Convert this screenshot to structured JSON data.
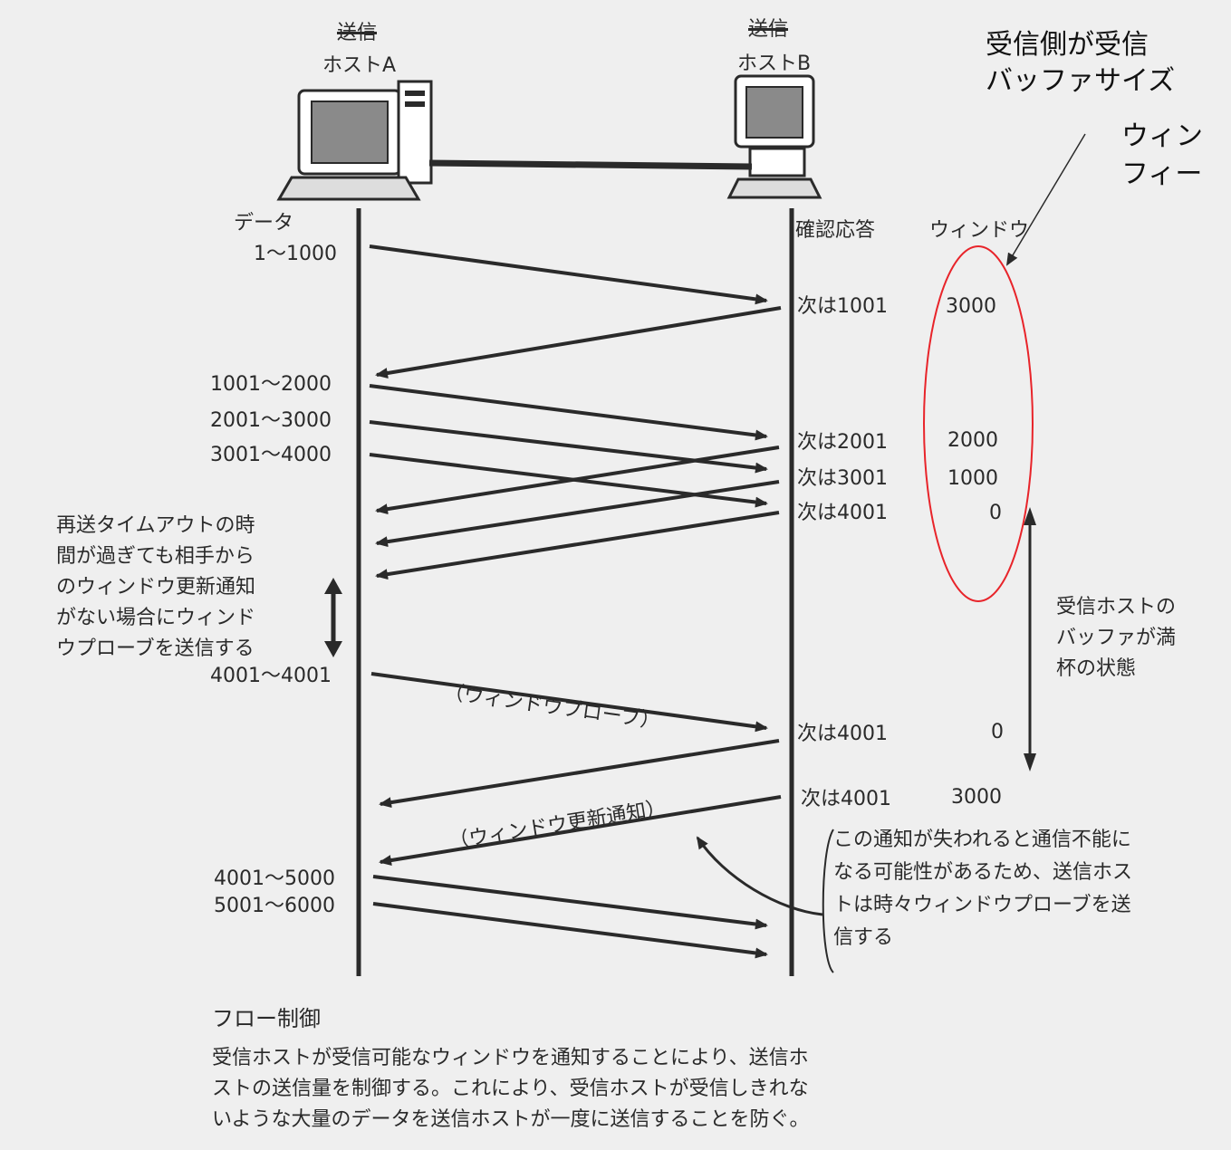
{
  "host_a": {
    "role": "送信",
    "name": "ホストA"
  },
  "host_b": {
    "role": "送信",
    "name": "ホストB"
  },
  "labels": {
    "data": "データ",
    "ack": "確認応答",
    "window": "ウィンドウ"
  },
  "data_ranges": [
    "1〜1000",
    "1001〜2000",
    "2001〜3000",
    "3001〜4000",
    "4001〜4001",
    "4001〜5000",
    "5001〜6000"
  ],
  "acks": [
    {
      "ack": "次は1001",
      "window": "3000"
    },
    {
      "ack": "次は2001",
      "window": "2000"
    },
    {
      "ack": "次は3001",
      "window": "1000"
    },
    {
      "ack": "次は4001",
      "window": "0"
    },
    {
      "ack": "次は4001",
      "window": "0"
    },
    {
      "ack": "次は4001",
      "window": "3000"
    }
  ],
  "annotations": {
    "red_top_lines": [
      "受信側が受信",
      "バッファサイズ"
    ],
    "red_mid_lines": [
      "ウィン",
      "フィー"
    ],
    "probe_note": [
      "再送タイムアウトの時",
      "間が過ぎても相手から",
      "のウィンドウ更新通知",
      "がない場合にウィンド",
      "ウプローブを送信する"
    ],
    "buffer_full": [
      "受信ホストの",
      "バッファが満",
      "杯の状態"
    ],
    "window_probe": "（ウィンドウプローブ）",
    "window_update": "（ウィンドウ更新通知）",
    "loss_note": [
      "この通知が失われると通信不能に",
      "なる可能性があるため、送信ホス",
      "トは時々ウィンドウプローブを送",
      "信する"
    ]
  },
  "footer": {
    "title": "フロー制御",
    "body": [
      "受信ホストが受信可能なウィンドウを通知することにより、送信ホ",
      "ストの送信量を制御する。これにより、受信ホストが受信しきれな",
      "いような大量のデータを送信ホストが一度に送信することを防ぐ。"
    ]
  },
  "colors": {
    "annotation": "#e8242a",
    "ink": "#2a2a2a",
    "paper": "#efefef"
  }
}
